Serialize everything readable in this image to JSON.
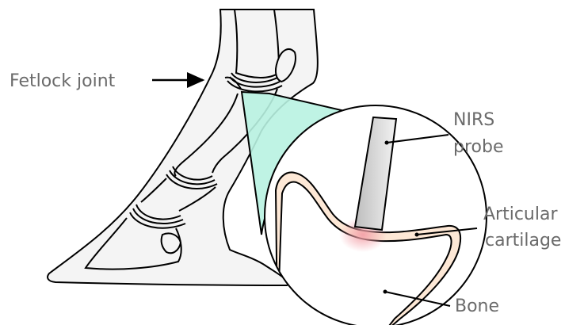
{
  "labels": {
    "fetlock": "Fetlock joint",
    "nirs_line1": "NIRS",
    "nirs_line2": "probe",
    "cartilage_line1": "Articular",
    "cartilage_line2": "cartilage",
    "bone": "Bone"
  },
  "colors": {
    "outline": "#000000",
    "leg_fill": "#f4f4f4",
    "highlight": "#b8f2e1",
    "cartilage": "#fde8d6",
    "probe_light": "#f2f2f2",
    "probe_dark": "#bdbdbd",
    "contact_glow": "#f3a0a8",
    "label_text": "#6b6b6b"
  }
}
